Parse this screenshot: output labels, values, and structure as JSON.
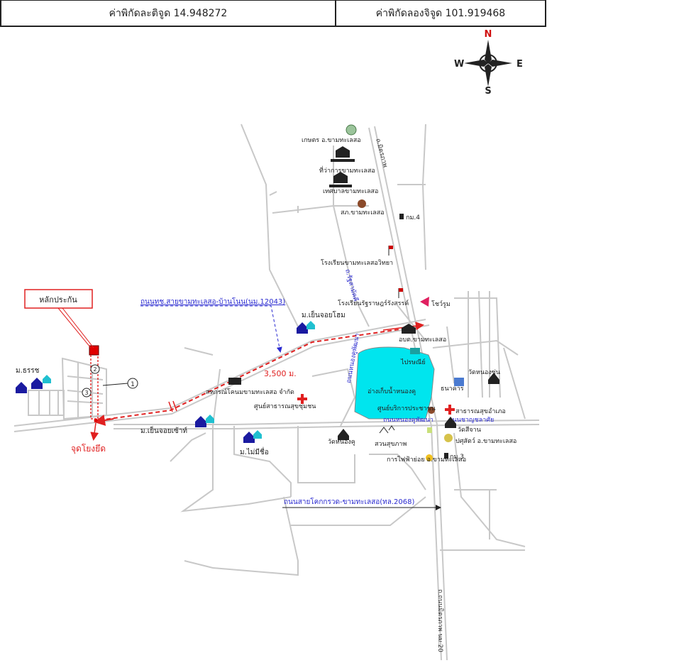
{
  "coordinates": {
    "latitude_label": "ค่าพิกัดละติจูด 14.948272",
    "longitude_label": "ค่าพิกัดลองจิจูด 101.919468"
  },
  "compass": {
    "n": "N",
    "s": "S",
    "e": "E",
    "w": "W"
  },
  "callouts": {
    "collateral": "หลักประกัน",
    "reference_point": "จุดโยงยึด",
    "distance": "3,500 ม.",
    "road_to_banbon": "ถนนทช.สายขามทะเลสอ-บ้านโนน(นม.12043)",
    "road_2068": "ถนนสายโคกกรวด-ขามทะเลสอ(ทล.2068)"
  },
  "markers": {
    "m1": "1",
    "m2": "2",
    "m3": "3"
  },
  "places": {
    "kaset": "เกษตร อ.ขามทะเลสอ",
    "amphoe": "ที่ว่าการขามทะเลสอ",
    "tessaban": "เทศบาลขามทะเลสอ",
    "police": "สภ.ขามทะเลสอ",
    "km4": "กม.4",
    "school1": "โรงเรียนขามทะเลสอวิทยา",
    "school2": "โรงเรียนรัฐราษฎร์รังสรรค์",
    "shell": "โชว์รูม",
    "village_yenjoy_home": "ม.เย็นจอยโฮม",
    "obt": "อบต.ขามทะเลสอ",
    "post": "ไปรษณีย์",
    "reservoir": "อ่างเก็บน้ำหนองคู",
    "service_center": "ศูนย์บริการประชาชน",
    "bank": "ธนาคาร",
    "wat_nongsun": "วัดหนองซุ่น",
    "hospital_district": "สาธารณสุขอำเภอ",
    "rd_chonlatat": "ถนนชาญชลาศัย",
    "wat_sijan": "วัดสีจาน",
    "livestock": "ปศุสัตว์ อ.ขามทะเลสอ",
    "km3": "กม.3",
    "village_thoraj": "ม.ธรรช",
    "coop": "สหกรณ์โคนมขามทะเลสอ จำกัด",
    "health_center": "ศูนย์สาธารณสุขชุมชน",
    "village_yenjoy_south": "ม.เย็นจอยเซ้าท์",
    "village_mai_mee": "ม.ไม่มีชื่อ",
    "wat_nongku": "วัดหนองคู",
    "park": "สวนสุขภาพ",
    "electric": "การไฟฟ้าย่อย อ.ขามทะเลสอ",
    "rd_ratthasamakkhi": "ถ.รัฐสามัคคี",
    "rd_nongkhu_pattana1": "ถนนหนองคูพัฒนา",
    "rd_nongkhu_pattana2": "ถนนหนองคูพัฒนา",
    "rd_highway_north": "ถ.มิตรภาพ",
    "rd_highway_south": "ถ.ถนนมิตรภาพ นม.20"
  },
  "colors": {
    "road": "#c8c8c8",
    "route": "#e02020",
    "reservoir": "#00e5ee",
    "callout_blue": "#2a2ad0",
    "house_blue": "#1a1aa0"
  }
}
